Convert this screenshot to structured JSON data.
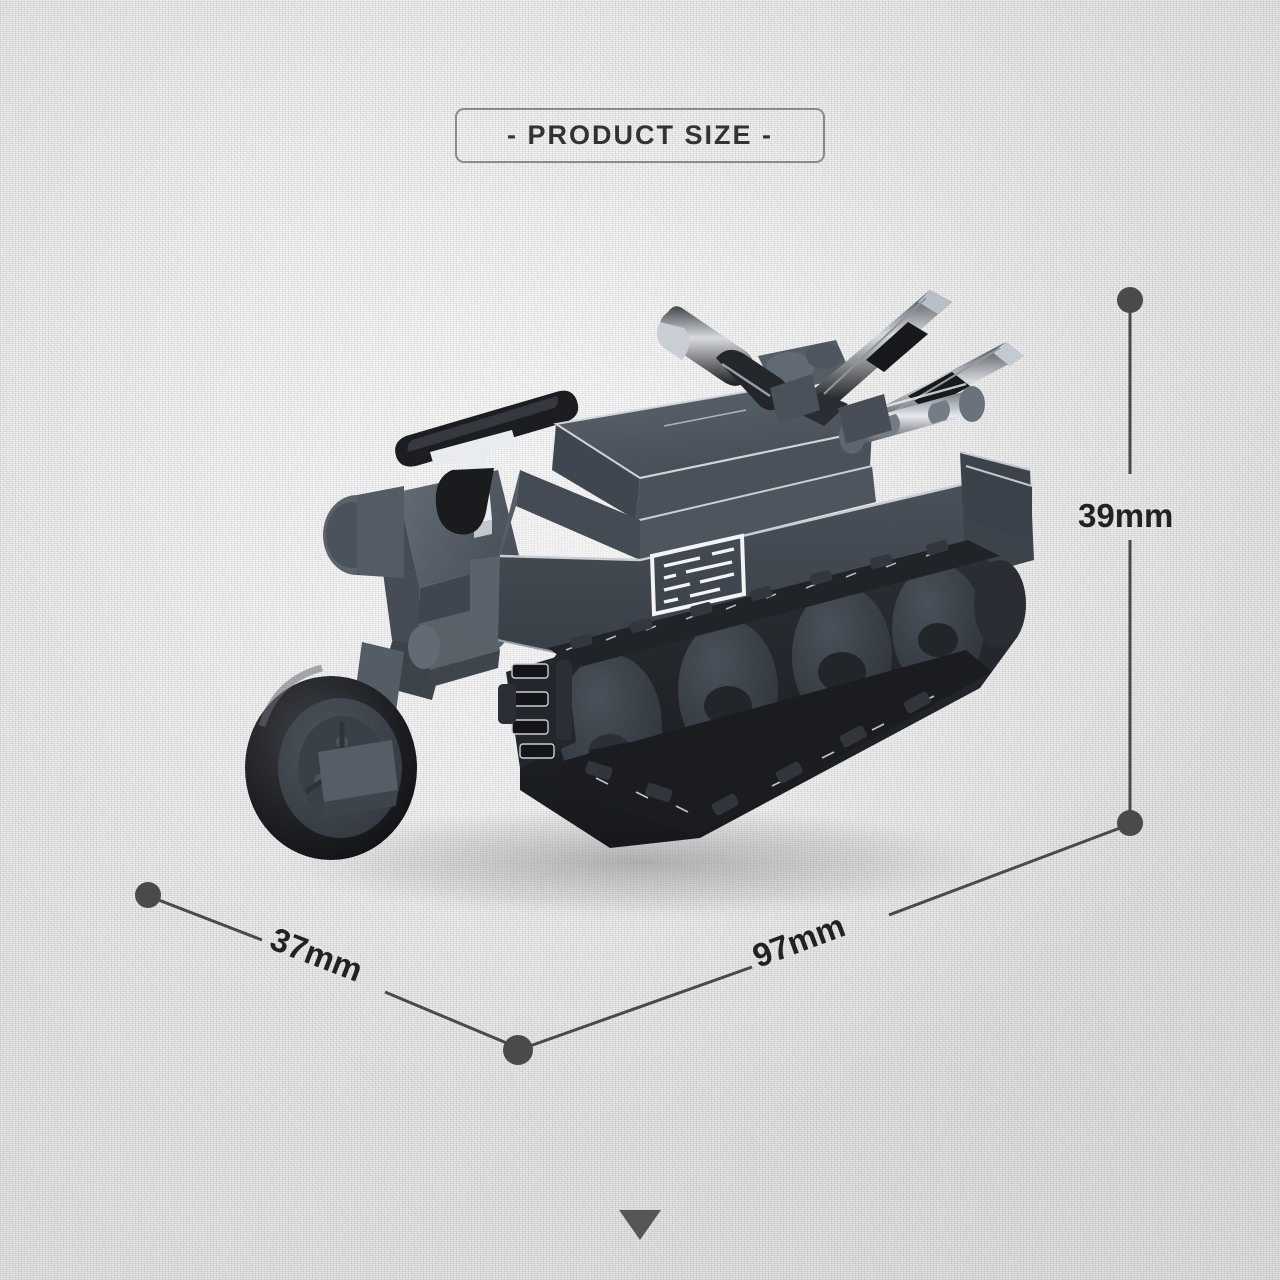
{
  "page": {
    "background_color": "#ececec",
    "line_color": "#4a4a4a",
    "text_color": "#222222"
  },
  "header": {
    "title": "- PRODUCT SIZE -",
    "border_color": "#8b8b8b"
  },
  "dimensions": {
    "height": {
      "label": "39mm",
      "axis": "height",
      "value": 39,
      "unit": "mm"
    },
    "length": {
      "label": "97mm",
      "axis": "length",
      "value": 97,
      "unit": "mm"
    },
    "depth": {
      "label": "37mm",
      "axis": "depth",
      "value": 37,
      "unit": "mm"
    }
  },
  "product": {
    "name": "half-track-motorcycle-model",
    "body_color": "#4f565f",
    "body_color_dark": "#3a4049",
    "track_color": "#1d1f22",
    "accent_color": "#c8ccd2",
    "decal": "grille-panel"
  },
  "footer": {
    "scroll_indicator": "scroll-down-triangle",
    "arrow_color": "#565656"
  }
}
